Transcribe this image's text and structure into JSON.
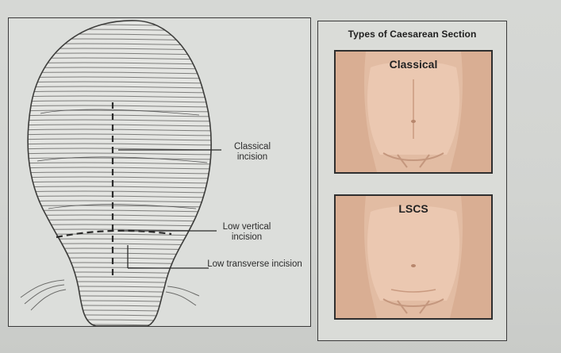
{
  "left_figure": {
    "labels": {
      "classical": "Classical incision",
      "low_vertical": "Low vertical incision",
      "low_transverse": "Low transverse incision"
    }
  },
  "right_panel": {
    "title": "Types of Caesarean Section",
    "photos": [
      {
        "label": "Classical"
      },
      {
        "label": "LSCS"
      }
    ]
  },
  "colors": {
    "skin": "#e7c4ab",
    "outline": "#2f2f2f",
    "background": "#d6d8d5"
  }
}
